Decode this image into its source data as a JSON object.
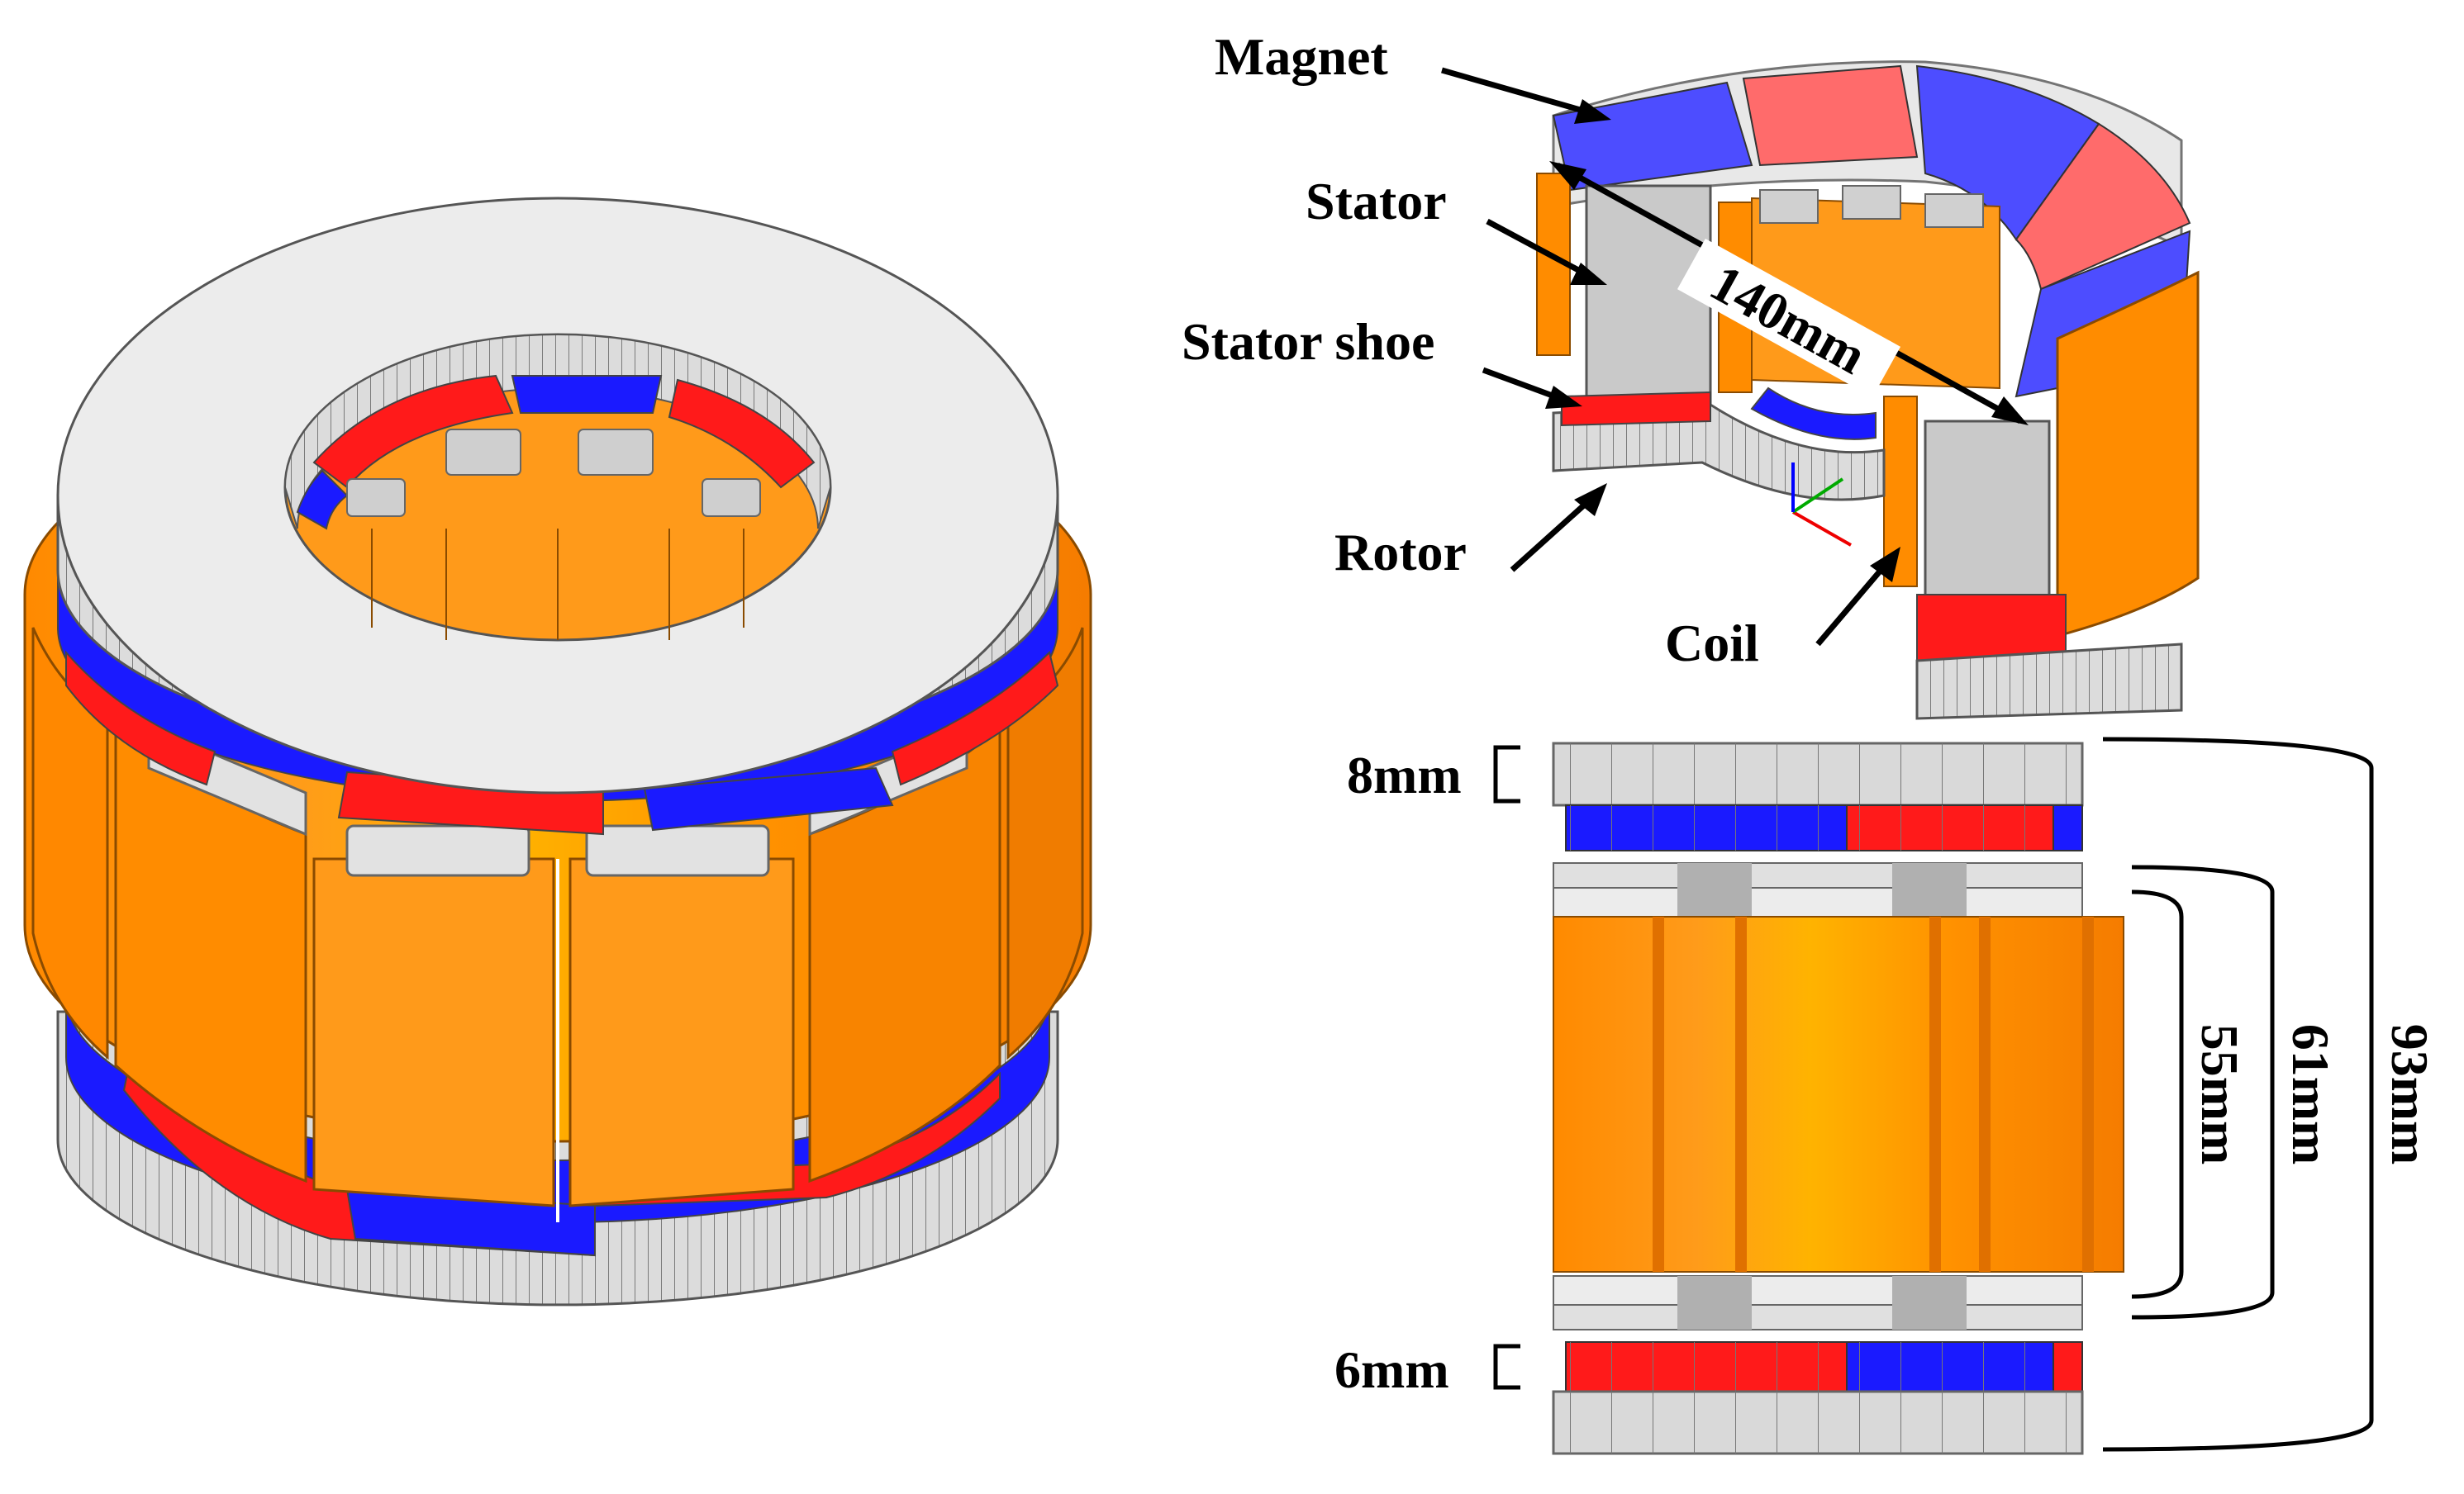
{
  "labels": {
    "magnet": "Magnet",
    "stator": "Stator",
    "stator_shoe": "Stator shoe",
    "rotor": "Rotor",
    "coil": "Coil"
  },
  "dimensions": {
    "diameter": "140mm",
    "rotor_thickness_top": "8mm",
    "rotor_thickness_bottom": "6mm",
    "coil_height": "55mm",
    "stator_height": "61mm",
    "total_height": "93mm"
  },
  "colors": {
    "coil": "#ff8c00",
    "coil_dark": "#e57300",
    "coil_light": "#ffb347",
    "magnet_red": "#ff1a1a",
    "magnet_blue": "#1a1aff",
    "steel": "#d9d9d9",
    "steel_dark": "#a6a6a6",
    "outline": "#555555"
  }
}
